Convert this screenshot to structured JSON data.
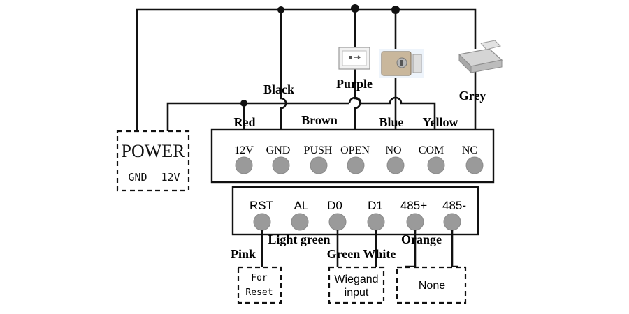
{
  "power": {
    "title": "POWER",
    "gnd": "GND",
    "v12": "12V"
  },
  "main_terminals": [
    "12V",
    "GND",
    "PUSH",
    "OPEN",
    "NO",
    "COM",
    "NC"
  ],
  "comm_terminals": [
    "RST",
    "AL",
    "D0",
    "D1",
    "485+",
    "485-"
  ],
  "wire_colors": {
    "red": "Red",
    "black": "Black",
    "brown": "Brown",
    "purple": "Purple",
    "blue": "Blue",
    "yellow": "Yellow",
    "grey": "Grey",
    "pink": "Pink",
    "light_green": "Light green",
    "green_white": "Green White",
    "orange": "Orange"
  },
  "outputs": {
    "reset_line1": "For",
    "reset_line2": "Reset",
    "wiegand_line1": "Wiegand",
    "wiegand_line2": "input",
    "none": "None"
  },
  "devices": [
    "exit-button-icon",
    "electric-lock-icon",
    "magnetic-lock-icon"
  ]
}
